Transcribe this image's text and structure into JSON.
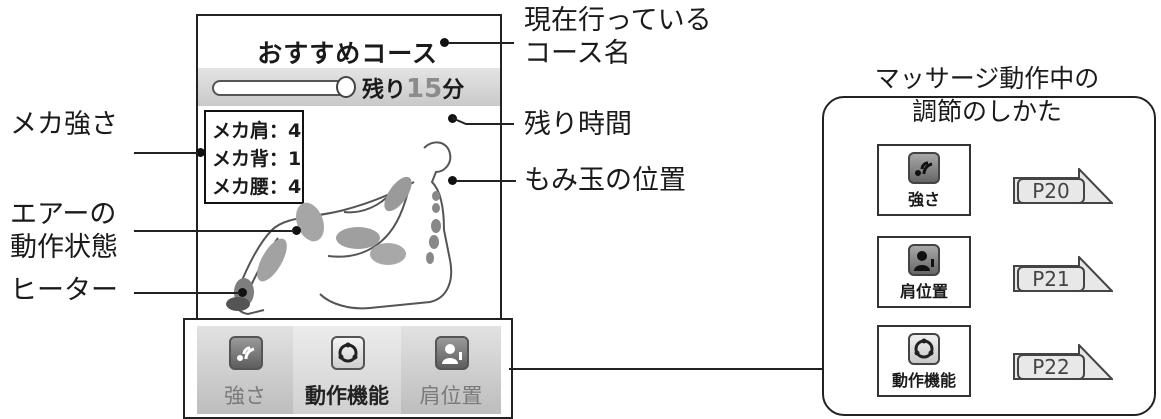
{
  "screen": {
    "course_title": "おすすめコース",
    "remaining_prefix": "残り",
    "remaining_minutes": "15",
    "remaining_suffix": "分",
    "strength_lines": [
      "メカ肩：4",
      "メカ背：1",
      "メカ腰：4"
    ],
    "tabs": [
      {
        "label": "強さ",
        "icon": "strength-icon",
        "selected": false
      },
      {
        "label": "動作機能",
        "icon": "rotation-icon",
        "selected": true
      },
      {
        "label": "肩位置",
        "icon": "shoulder-position-icon",
        "selected": false
      }
    ]
  },
  "annotations": {
    "course_name": [
      "現在行っている",
      "コース名"
    ],
    "remaining_time": "残り時間",
    "mecha_strength": "メカ強さ",
    "roller_position": "もみ玉の位置",
    "air_state": [
      "エアーの",
      "動作状態"
    ],
    "heater": "ヒーター"
  },
  "panel": {
    "title": [
      "マッサージ動作中の",
      "調節のしかた"
    ],
    "items": [
      {
        "label": "強さ",
        "icon": "strength-icon",
        "page_ref": "P20"
      },
      {
        "label": "肩位置",
        "icon": "shoulder-position-icon",
        "page_ref": "P21"
      },
      {
        "label": "動作機能",
        "icon": "rotation-icon",
        "page_ref": "P22"
      }
    ]
  },
  "colors": {
    "accent_gray": "#8c8c8c",
    "line": "#222222"
  }
}
